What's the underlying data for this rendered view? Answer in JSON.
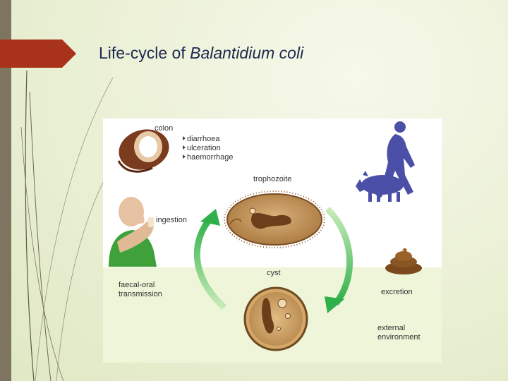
{
  "title": {
    "prefix": "Life-cycle of",
    "organism": "Balantidium coli"
  },
  "diagram": {
    "labels": {
      "colon": "colon",
      "trophozoite": "trophozoite",
      "ingestion": "ingestion",
      "cyst": "cyst",
      "faecal_oral": "faecal-oral",
      "transmission": "transmission",
      "excretion": "excretion",
      "external": "external",
      "environment": "environment"
    },
    "symptoms": [
      "diarrhoea",
      "ulceration",
      "haemorrhage"
    ]
  },
  "colors": {
    "title_text": "#1f2a4f",
    "arrow_accent": "#a8321a",
    "host_silhouette": "#4b4fa8",
    "shirt": "#3fa13a",
    "cycle_arrow": "#2fb04a"
  }
}
